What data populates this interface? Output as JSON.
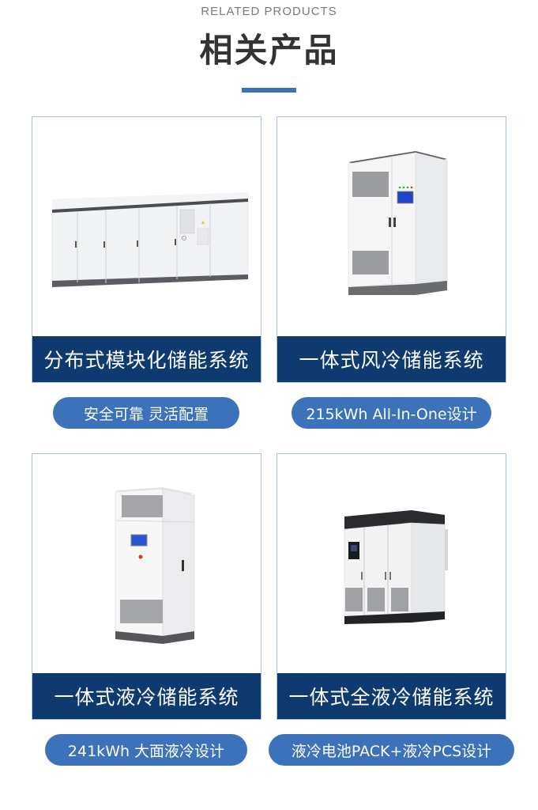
{
  "header": {
    "eyebrow": "RELATED PRODUCTS",
    "title": "相关产品",
    "accent_color": "#3a72bb"
  },
  "products": [
    {
      "name": "分布式模块化储能系统",
      "tagline": "安全可靠 灵活配置",
      "image": "distributed-modular-cabinet-row"
    },
    {
      "name": "一体式风冷储能系统",
      "tagline": "215kWh All-In-One设计",
      "image": "air-cooled-cabinet"
    },
    {
      "name": "一体式液冷储能系统",
      "tagline": "241kWh 大面液冷设计",
      "image": "liquid-cooled-cabinet"
    },
    {
      "name": "一体式全液冷储能系统",
      "tagline": "液冷电池PACK+液冷PCS设计",
      "image": "full-liquid-cooled-cabinet"
    }
  ],
  "colors": {
    "band": "#0e3a70",
    "pill": "#3b72ba",
    "card_border": "#a9c4d6"
  }
}
